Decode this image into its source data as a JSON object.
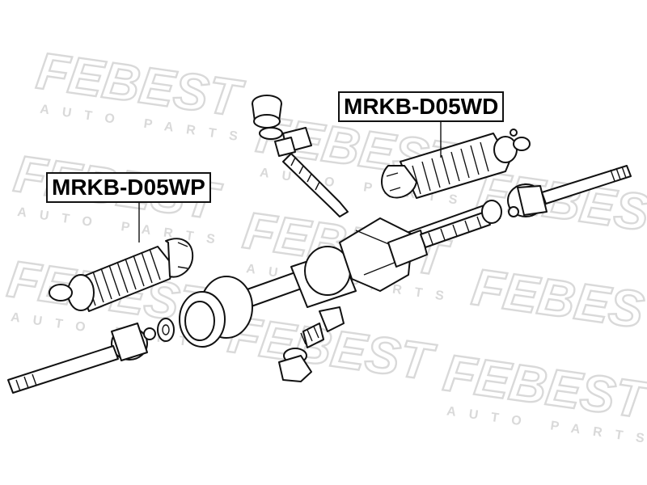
{
  "watermark": {
    "brand": "FEBEST",
    "tagline": "AUTO PARTS"
  },
  "labels": {
    "left_boot": "MRKB-D05WP",
    "right_boot": "MRKB-D05WD"
  },
  "colors": {
    "line": "#111111",
    "watermark": "#d9d9d9",
    "background": "#ffffff"
  }
}
